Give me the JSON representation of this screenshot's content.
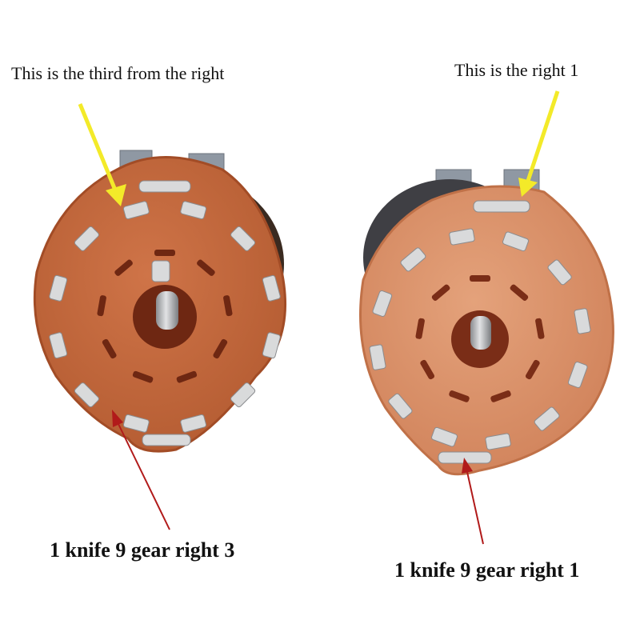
{
  "annotations": {
    "left_note": "This is the third from the right",
    "right_note": "This is the right 1",
    "left_caption": "1 knife 9 gear right 3",
    "right_caption": "1 knife 9 gear right 1"
  },
  "colors": {
    "background": "#ffffff",
    "board": "#c46a3e",
    "board_edge": "#a24c26",
    "board_right": "#d99067",
    "hole": "#6e2712",
    "terminal": "#d9dadb",
    "pointer_yellow": "#f3ea29",
    "pointer_red": "#b11a1a"
  },
  "photo": {
    "subject": "two-rotary-switch-wafers",
    "icons": [
      "yellow-arrow-icon",
      "red-arrow-icon"
    ]
  }
}
